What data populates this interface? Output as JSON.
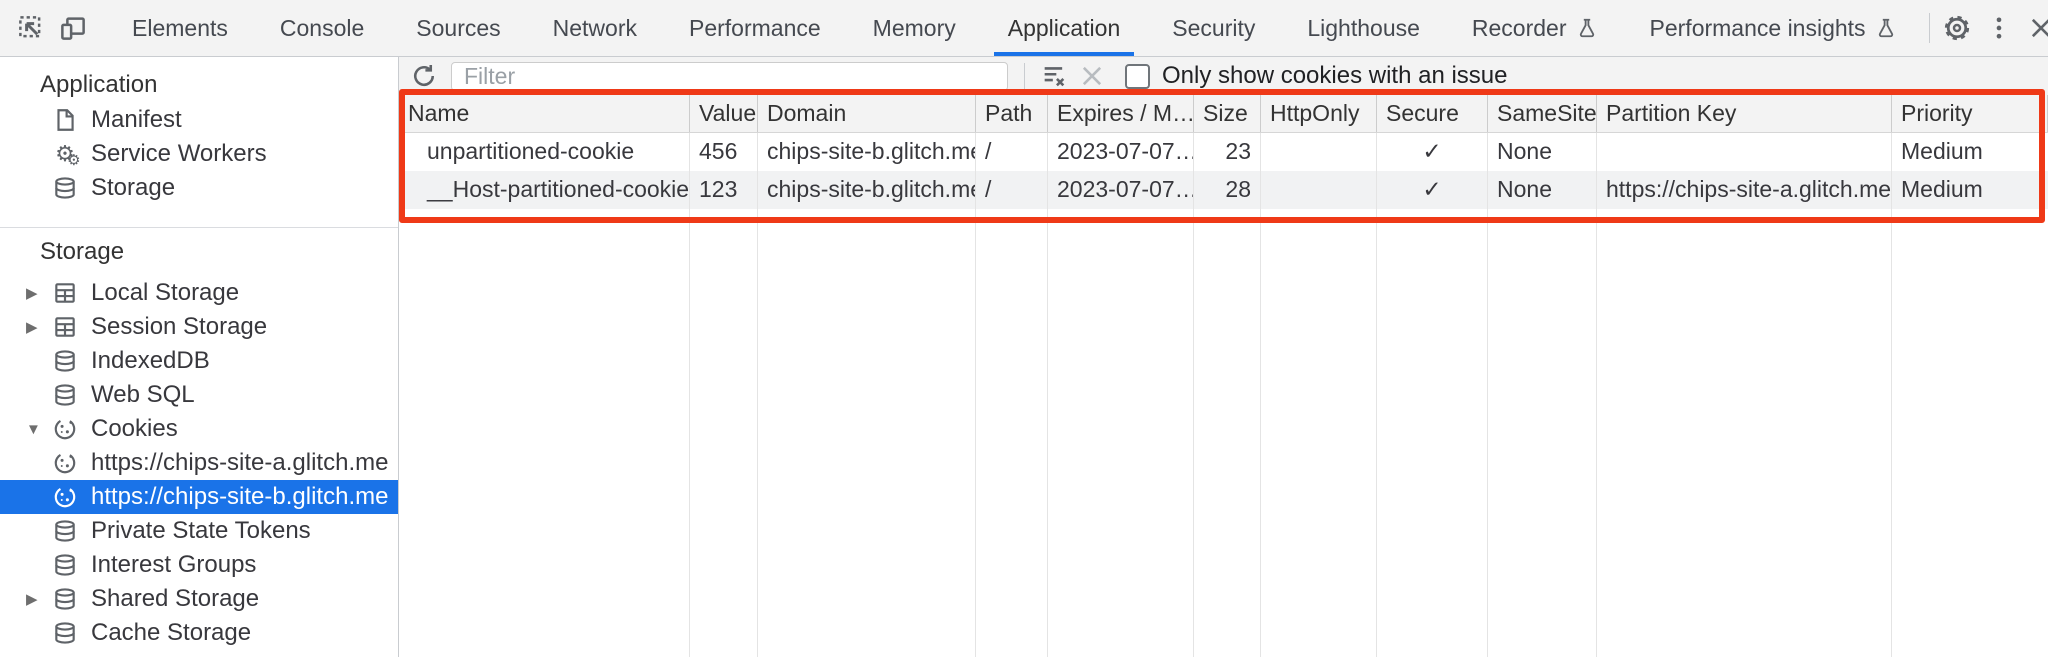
{
  "tabbar": {
    "tabs": [
      "Elements",
      "Console",
      "Sources",
      "Network",
      "Performance",
      "Memory",
      "Application",
      "Security",
      "Lighthouse",
      "Recorder",
      "Performance insights"
    ],
    "selected_tab": "Application"
  },
  "sidebar": {
    "sections": [
      {
        "title": "Application",
        "items": [
          {
            "label": "Manifest"
          },
          {
            "label": "Service Workers"
          },
          {
            "label": "Storage"
          }
        ]
      },
      {
        "title": "Storage",
        "items": [
          {
            "label": "Local Storage",
            "expandable": true
          },
          {
            "label": "Session Storage",
            "expandable": true
          },
          {
            "label": "IndexedDB"
          },
          {
            "label": "Web SQL"
          },
          {
            "label": "Cookies",
            "expanded": true
          },
          {
            "label": "https://chips-site-a.glitch.me"
          },
          {
            "label": "https://chips-site-b.glitch.me",
            "selected": true
          },
          {
            "label": "Private State Tokens"
          },
          {
            "label": "Interest Groups"
          },
          {
            "label": "Shared Storage",
            "expandable": true
          },
          {
            "label": "Cache Storage"
          }
        ]
      }
    ]
  },
  "cookie_toolbar": {
    "filter_placeholder": "Filter",
    "only_issue_label": "Only show cookies with an issue",
    "checkbox_checked": false
  },
  "cookies_table": {
    "columns": [
      "Name",
      "Value",
      "Domain",
      "Path",
      "Expires / M…",
      "Size",
      "HttpOnly",
      "Secure",
      "SameSite",
      "Partition Key",
      "Priority"
    ],
    "rows": [
      {
        "name": "unpartitioned-cookie",
        "value": "456",
        "domain": "chips-site-b.glitch.me",
        "path": "/",
        "expires": "2023-07-07…",
        "size": "23",
        "httponly": "",
        "secure": "✓",
        "samesite": "None",
        "partition_key": "",
        "priority": "Medium"
      },
      {
        "name": "__Host-partitioned-cookie",
        "value": "123",
        "domain": "chips-site-b.glitch.me",
        "path": "/",
        "expires": "2023-07-07…",
        "size": "28",
        "httponly": "",
        "secure": "✓",
        "samesite": "None",
        "partition_key": "https://chips-site-a.glitch.me",
        "priority": "Medium"
      }
    ]
  },
  "colors": {
    "accent_blue": "#1a73e8",
    "highlight_red": "#ef3917",
    "toolbar_gray": "#f3f3f3",
    "stripe_row": "#f1f2f3",
    "selected_text": "#ffffff"
  }
}
